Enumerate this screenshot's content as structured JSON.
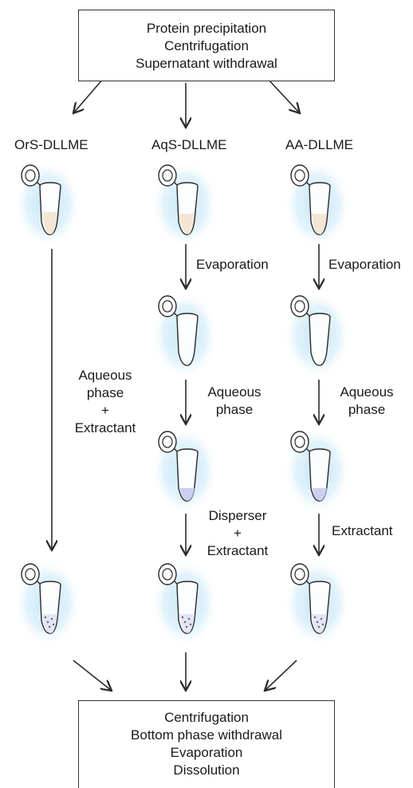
{
  "top_box": {
    "lines": [
      "Protein precipitation",
      "Centrifugation",
      "Supernatant withdrawal"
    ]
  },
  "methods": {
    "ors": "OrS-DLLME",
    "aqs": "AqS-DLLME",
    "aa": "AA-DLLME"
  },
  "steps": {
    "aqs_evaporation": "Evaporation",
    "aa_evaporation": "Evaporation",
    "ors_reagents": [
      "Aqueous",
      "phase",
      "+",
      "Extractant"
    ],
    "aqs_aqueous": [
      "Aqueous",
      "phase"
    ],
    "aa_aqueous": [
      "Aqueous",
      "phase"
    ],
    "aqs_disperser": [
      "Disperser",
      "+",
      "Extractant"
    ],
    "aa_extractant": "Extractant"
  },
  "bottom_box": {
    "lines": [
      "Centrifugation",
      "Bottom phase withdrawal",
      "Evaporation",
      "Dissolution"
    ]
  },
  "colors": {
    "glow": "#bfe3f7",
    "liquid_sample": "#f3e3cf",
    "liquid_aqueous": "#c9c9ee",
    "line": "#2a2a2a"
  }
}
